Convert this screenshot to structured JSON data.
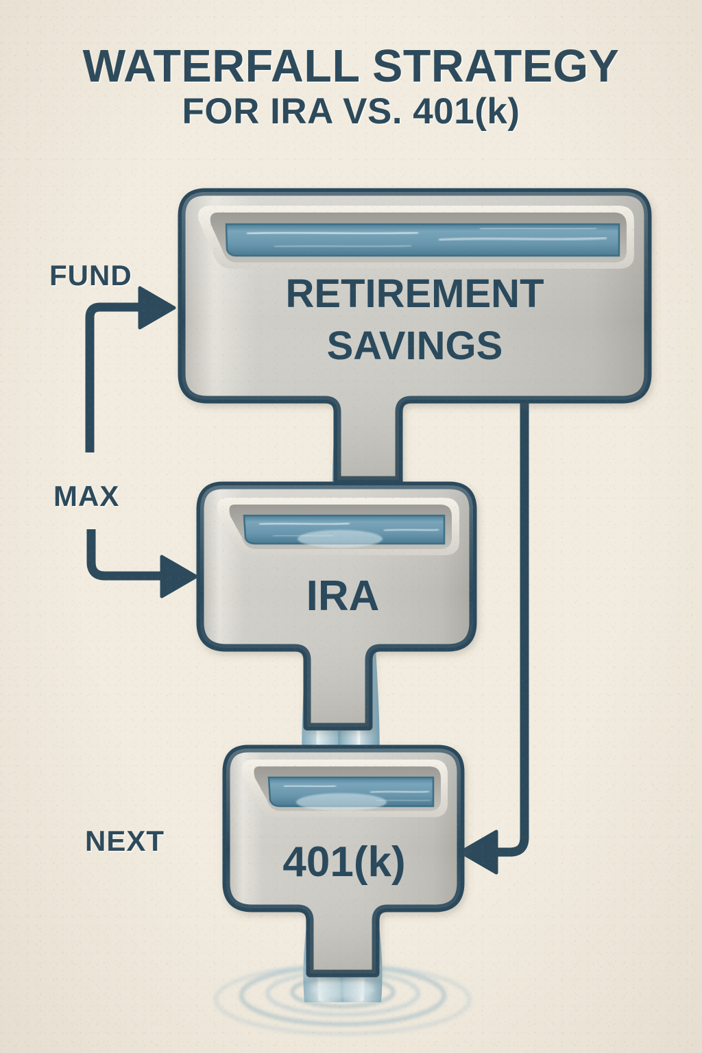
{
  "poster": {
    "background_color": "#f2ece0",
    "ink_color": "#2c4a5c",
    "water_color": "#6b96ab",
    "concrete_color": "#c9c8c2"
  },
  "title": {
    "line1": "WATERFALL STRATEGY",
    "line2": "FOR IRA VS. 401(k)"
  },
  "flow_labels": {
    "fund": "FUND",
    "max": "MAX",
    "next": "NEXT"
  },
  "basins": [
    {
      "id": "retirement-savings",
      "label_line1": "RETIREMENT",
      "label_line2": "SAVINGS",
      "order": 1
    },
    {
      "id": "ira",
      "label_line1": "IRA",
      "label_line2": "",
      "order": 2
    },
    {
      "id": "401k",
      "label_line1": "401(k)",
      "label_line2": "",
      "order": 3
    }
  ],
  "chart_data": {
    "type": "diagram",
    "title": "WATERFALL STRATEGY FOR IRA VS. 401(k)",
    "diagram_kind": "cascading-basin-waterfall",
    "nodes": [
      {
        "id": "retirement-savings",
        "label": "RETIREMENT SAVINGS",
        "level": 1,
        "filled": true
      },
      {
        "id": "ira",
        "label": "IRA",
        "level": 2,
        "filled": true
      },
      {
        "id": "401k",
        "label": "401(k)",
        "level": 3,
        "filled": true
      }
    ],
    "edges": [
      {
        "from": "external",
        "to": "retirement-savings",
        "label": "FUND",
        "style": "elbow-arrow-right"
      },
      {
        "from": "external",
        "to": "ira",
        "label": "MAX",
        "style": "elbow-arrow-right"
      },
      {
        "from": "retirement-savings",
        "to": "ira",
        "label": "",
        "style": "water-pour"
      },
      {
        "from": "ira",
        "to": "401k",
        "label": "",
        "style": "water-pour"
      },
      {
        "from": "retirement-savings",
        "to": "401k",
        "label": "NEXT",
        "style": "elbow-arrow-left"
      },
      {
        "from": "401k",
        "to": "overflow-pool",
        "label": "",
        "style": "water-pour"
      }
    ],
    "legend_position": "none",
    "grid": false
  }
}
